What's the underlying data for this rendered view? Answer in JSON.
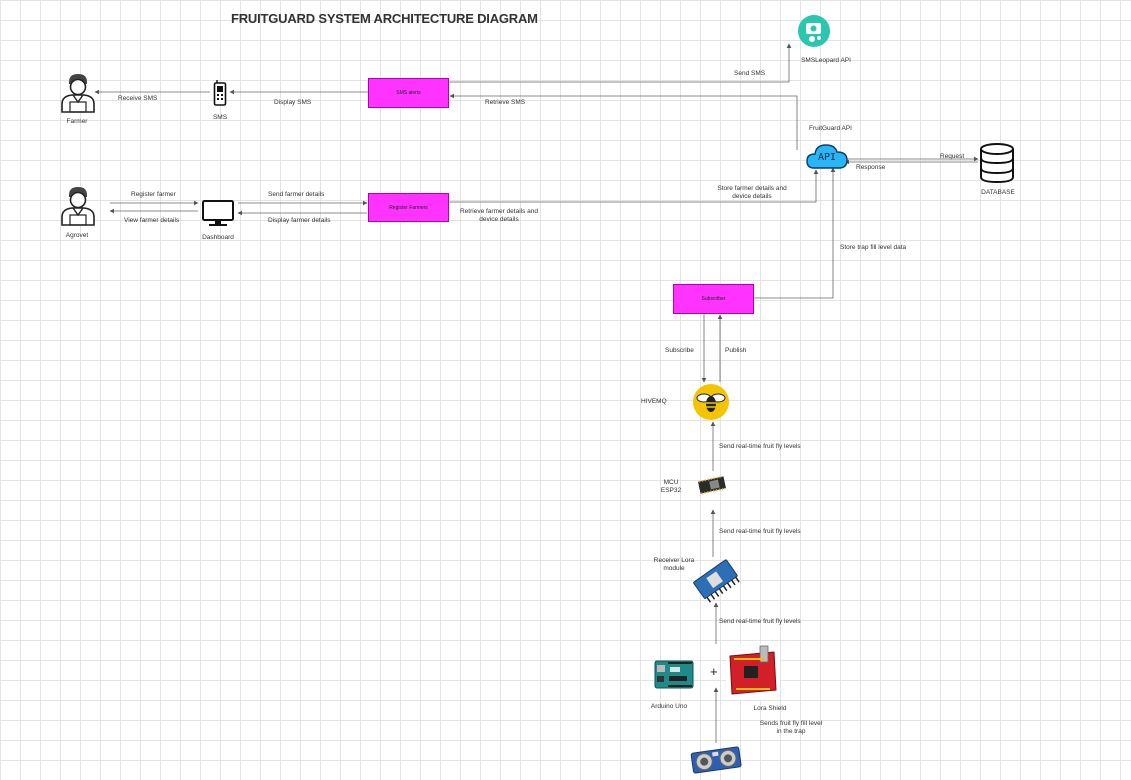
{
  "title": "FRUITGUARD SYSTEM ARCHITECTURE DIAGRAM",
  "nodes": {
    "farmer": "Farmer",
    "sms": "SMS",
    "sms_alerts": "SMS alerts",
    "smsleopard": "SMSLeopard API",
    "fruitguard_api": "FruitGuard API",
    "api_icon_text": "API",
    "database": "DATABASE",
    "agrovet": "Agrovet",
    "dashboard": "Dashboard",
    "register_farmers": "Register Farmers",
    "subscriber": "Subscriber",
    "hivemq": "HIVEMQ",
    "mcu_line1": "MCU",
    "mcu_line2": "ESP32",
    "receiver_line1": "Receiver Lora",
    "receiver_line2": "module",
    "arduino": "Arduino Uno",
    "plus": "+",
    "lora_shield": "Lora Shield"
  },
  "edges": {
    "receive_sms": "Receive SMS",
    "display_sms": "Display SMS",
    "retrieve_sms": "Retrieve SMS",
    "send_sms": "Send SMS",
    "request": "Request",
    "response": "Response",
    "register_farmer": "Register farmer",
    "view_farmer_details": "View farmer details",
    "send_farmer_details": "Send  farmer details",
    "display_farmer_details": "Display farmer details",
    "retrieve_line1": "Retrieve farmer details and",
    "retrieve_line2": "device details",
    "store_line1": "Store farmer details and",
    "store_line2": "device details",
    "store_trap": "Store trap fill level data",
    "subscribe": "Subscribe",
    "publish": "Publish",
    "send_rt_1": "Send real-time fruit fly levels",
    "send_rt_2": "Send real-time fruit fly levels",
    "send_rt_3": "Send real-time fruit fly levels",
    "sends_line1": "Sends fruit fly fill level",
    "sends_line2": "in the trap"
  },
  "colors": {
    "process_box": "#ff33ff",
    "api_cloud": "#29b6f6",
    "hivemq": "#f5c400",
    "smsleopard": "#2bc6b0"
  }
}
